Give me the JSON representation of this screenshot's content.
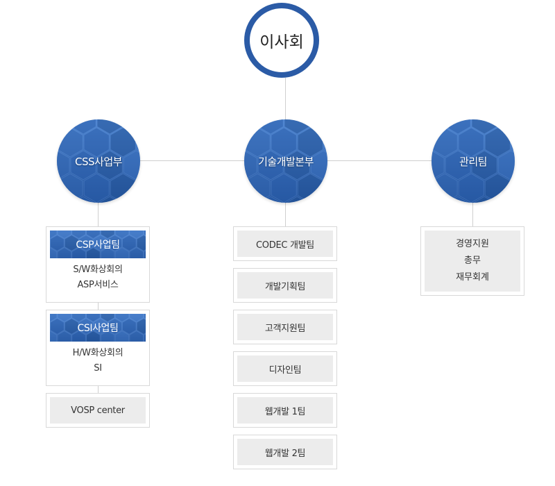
{
  "root": {
    "label": "이사회"
  },
  "divisions": [
    {
      "label": "CSS사업부"
    },
    {
      "label": "기술개발본부"
    },
    {
      "label": "관리팀"
    }
  ],
  "css_division": {
    "teams": [
      {
        "title": "CSP사업팀",
        "lines": [
          "S/W화상회의",
          "ASP서비스"
        ]
      },
      {
        "title": "CSI사업팀",
        "lines": [
          "H/W화상회의",
          "SI"
        ]
      }
    ],
    "extra": "VOSP center"
  },
  "tech_division": {
    "teams": [
      "CODEC 개발팀",
      "개발기획팀",
      "고객지원팀",
      "디자인팀",
      "웹개발 1팀",
      "웹개발 2팀"
    ]
  },
  "management": {
    "items": [
      "경영지원",
      "총무",
      "재무회계"
    ]
  },
  "colors": {
    "brand_blue": "#2b5ba6",
    "line": "#cfcfcf",
    "box_fill": "#ececec"
  }
}
